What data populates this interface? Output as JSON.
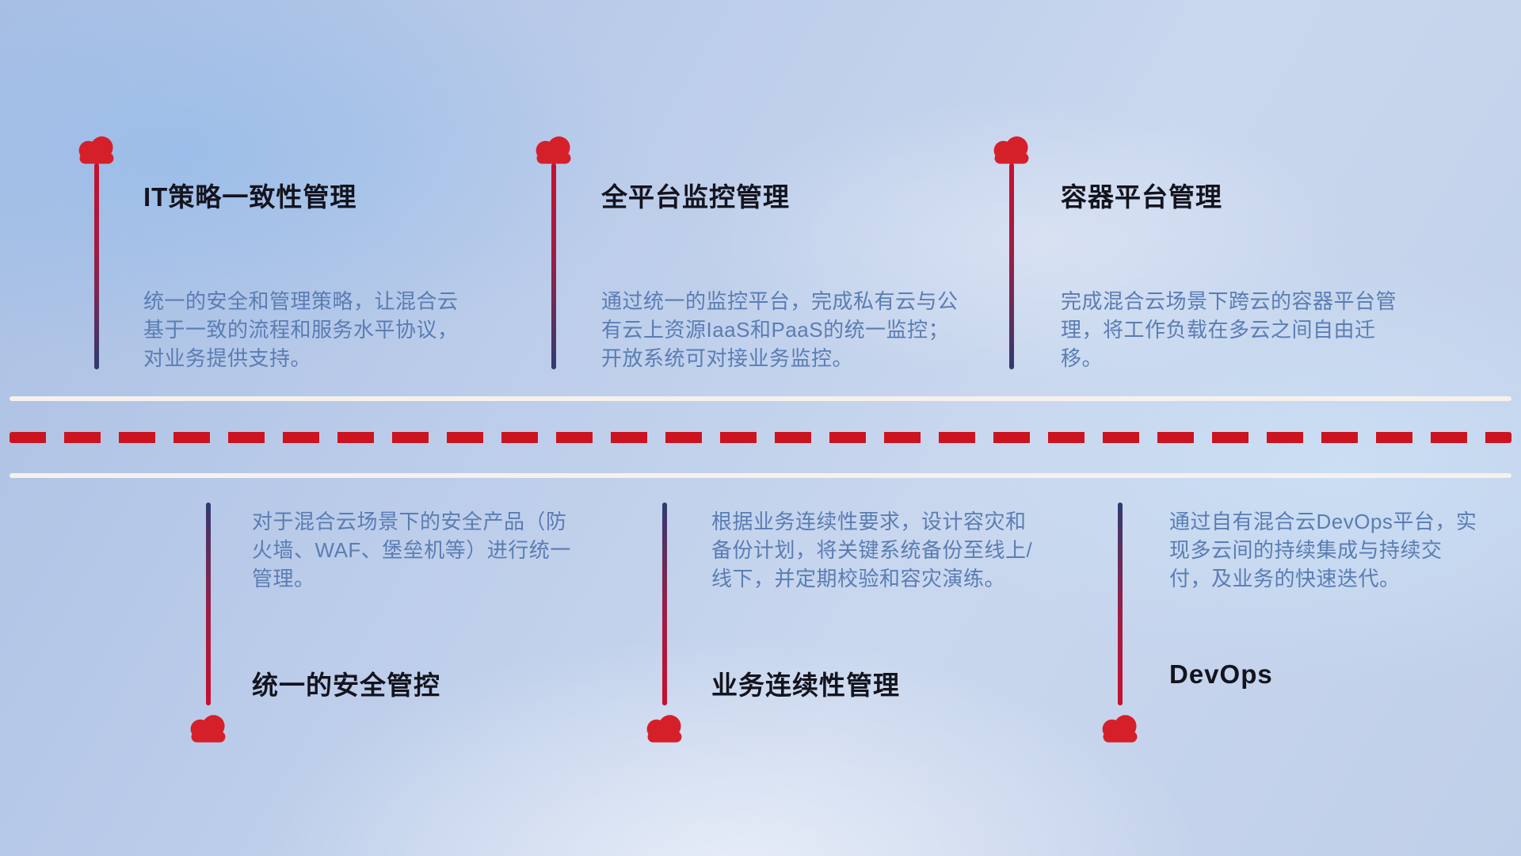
{
  "diagram": {
    "theme": "hybrid-cloud management capabilities timeline",
    "colors": {
      "cloud_red": "#d5202a",
      "line_red": "#c8102e",
      "line_navy": "#2e3b70",
      "dash_red": "#cc1420",
      "road_white": "#f6f1ec",
      "title_color": "#14141e",
      "description_color": "#5a7db3",
      "background_blue": "#bccdea"
    }
  },
  "items": [
    {
      "row": "top",
      "title": "IT策略一致性管理",
      "description": "统一的安全和管理策略，让混合云基于一致的流程和服务水平协议，对业务提供支持。"
    },
    {
      "row": "top",
      "title": "全平台监控管理",
      "description": "通过统一的监控平台，完成私有云与公有云上资源IaaS和PaaS的统一监控；开放系统可对接业务监控。"
    },
    {
      "row": "top",
      "title": "容器平台管理",
      "description": "完成混合云场景下跨云的容器平台管理，将工作负载在多云之间自由迁移。"
    },
    {
      "row": "bottom",
      "title": "统一的安全管控",
      "description": "对于混合云场景下的安全产品（防火墙、WAF、堡垒机等）进行统一管理。"
    },
    {
      "row": "bottom",
      "title": "业务连续性管理",
      "description": "根据业务连续性要求，设计容灾和备份计划，将关键系统备份至线上/线下，并定期校验和容灾演练。"
    },
    {
      "row": "bottom",
      "title": "DevOps",
      "description": "通过自有混合云DevOps平台，实现多云间的持续集成与持续交付，及业务的快速迭代。"
    }
  ]
}
